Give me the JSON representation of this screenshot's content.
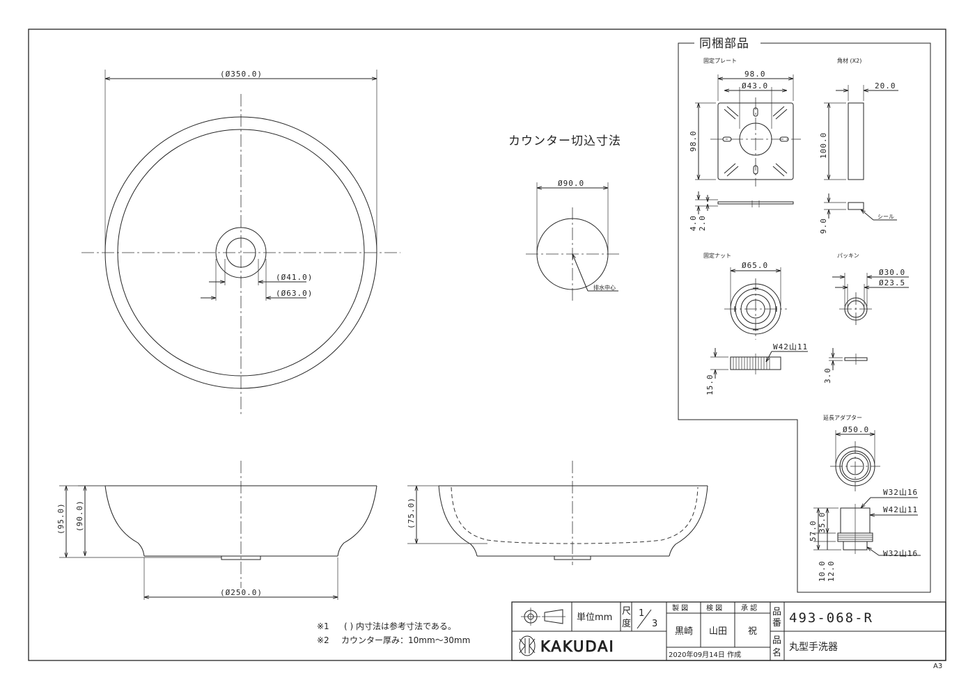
{
  "included_parts": {
    "title": "同梱部品",
    "fixing_plate": {
      "label": "固定プレート",
      "width": "98.0",
      "hole_dia": "Ø43.0",
      "height": "98.0",
      "thick_a": "4.0",
      "thick_b": "2.0"
    },
    "square_bar": {
      "label": "角材 (X2)",
      "width": "20.0",
      "height": "100.0",
      "seal_thick": "9.0",
      "seal_label": "シール"
    },
    "fixing_nut": {
      "label": "固定ナット",
      "dia": "Ø65.0",
      "thread": "W42山11",
      "height": "15.0"
    },
    "packing": {
      "label": "パッキン",
      "outer_dia": "Ø30.0",
      "inner_dia": "Ø23.5",
      "thick": "3.0"
    },
    "ext_adapter": {
      "label": "延長アダプター",
      "dia": "Ø50.0",
      "thread_top": "W32山16",
      "thread_mid": "W42山11",
      "thread_bottom": "W32山16",
      "h_total": "57.0",
      "h_upper": "35.0",
      "h_a": "10.0",
      "h_b": "12.0"
    }
  },
  "main_view": {
    "outer_dia": "(Ø350.0)",
    "drain_dia_1": "(Ø41.0)",
    "drain_dia_2": "(Ø63.0)",
    "side_h_total": "(95.0)",
    "side_h_body": "(90.0)",
    "base_dia": "(Ø250.0)",
    "section_depth": "(75.0)"
  },
  "cutout": {
    "title": "カウンター切込寸法",
    "dia": "Ø90.0",
    "drain_center": "排水中心"
  },
  "notes": {
    "note1_mark": "※1",
    "note1_text": "(   ) 内寸法は参考寸法である。",
    "note2_mark": "※2",
    "note2_text": "カウンター厚み：10mm～30mm"
  },
  "title_block": {
    "unit_label": "単位mm",
    "scale_label_a": "尺",
    "scale_label_b": "度",
    "scale_num": "1",
    "scale_den": "3",
    "made_by_h": "製 図",
    "checked_by_h": "検 図",
    "approved_by_h": "承 認",
    "made_by": "黒崎",
    "checked_by": "山田",
    "approved_by": "祝",
    "brand": "KAKUDAI",
    "date": "2020年09月14日 作成",
    "part_no_label_a": "品",
    "part_no_label_b": "番",
    "part_no": "493-068-R",
    "part_name_label_a": "品",
    "part_name_label_b": "名",
    "part_name": "丸型手洗器"
  },
  "sheet_size": "A3"
}
